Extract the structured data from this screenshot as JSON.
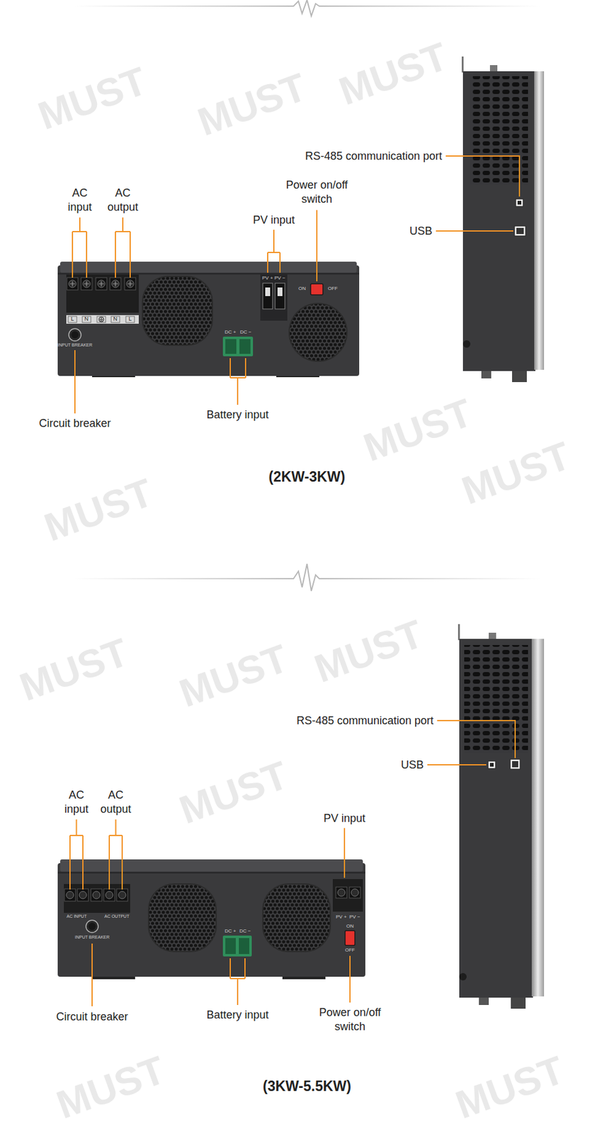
{
  "diagram": {
    "labels": [
      "AC input",
      "AC output",
      "PV input",
      "Power on/off switch",
      "RS-485 communication port",
      "USB",
      "Circuit breaker",
      "Battery input",
      "(2KW-3KW)",
      "L",
      "N",
      "N",
      "L",
      "INPUT BREAKER",
      "DC +",
      "DC −",
      "PV +",
      "PV −",
      "ON",
      "OFF",
      "AC input",
      "AC output",
      "PV input",
      "RS-485 communication port",
      "USB",
      "Circuit breaker",
      "Battery input",
      "Power on/off switch",
      "(3KW-5.5KW)",
      "AC INPUT",
      "AC OUTPUT",
      "INPUT BREAKER",
      "DC +",
      "DC −",
      "PV +",
      "PV −",
      "ON",
      "OFF",
      "MUST",
      "MUST",
      "MUST",
      "MUST",
      "MUST",
      "MUST",
      "MUST",
      "MUST",
      "MUST",
      "MUST",
      "MUST",
      "MUST"
    ]
  }
}
